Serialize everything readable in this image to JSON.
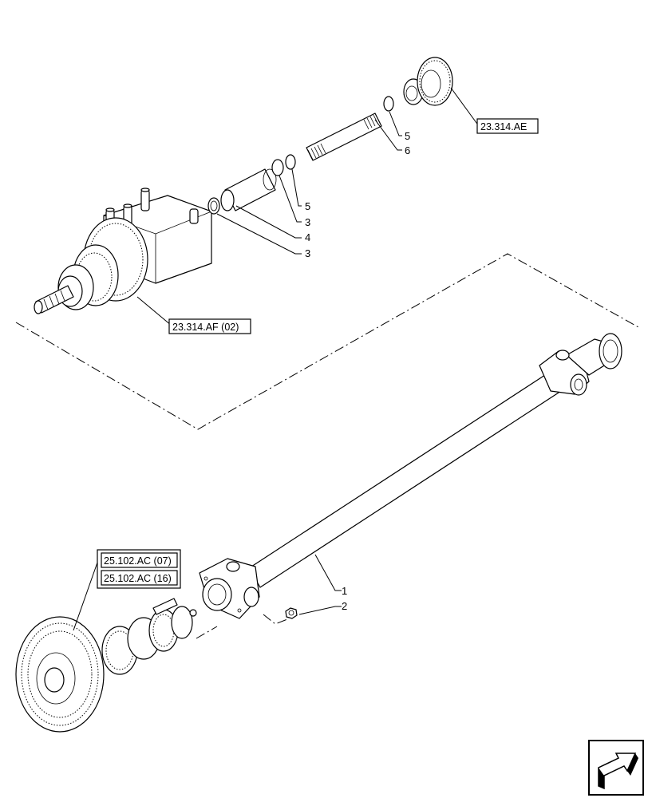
{
  "references": {
    "top_right": "23.314.AE",
    "top_left": "23.314.AF (02)",
    "bottom_left_1": "25.102.AC (07)",
    "bottom_left_2": "25.102.AC (16)"
  },
  "callouts": {
    "c1": "1",
    "c2": "2",
    "c3a": "3",
    "c3b": "3",
    "c4": "4",
    "c5a": "5",
    "c5b": "5",
    "c6": "6"
  },
  "icons": {
    "nav": "next-page-arrow-icon"
  }
}
